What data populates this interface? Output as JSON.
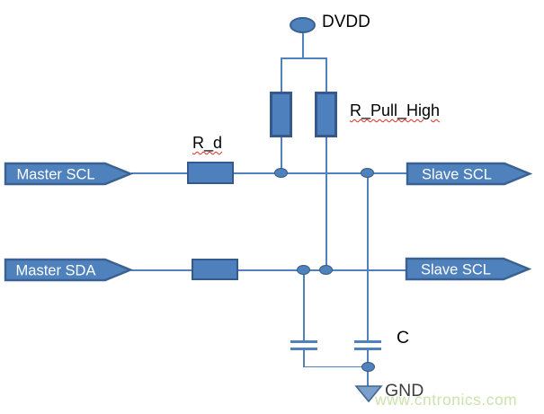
{
  "diagram": {
    "power_label": "DVDD",
    "pullup_label": "R_Pull_High",
    "series_resistor_label": "R_d",
    "capacitor_label": "C",
    "ground_label": "GND"
  },
  "ports": {
    "master_scl": "Master SCL",
    "master_sda": "Master SDA",
    "slave_scl_top": "Slave SCL",
    "slave_scl_bottom": "Slave SCL"
  },
  "watermark": "www.cntronics.com",
  "colors": {
    "shape_fill": "#4f81bd",
    "shape_border": "#36598c",
    "wire": "#4f81bd",
    "port_text": "#ffffff",
    "label_text": "#000000",
    "ground_text": "#3d3d3d",
    "watermark_text": "#cbe3ad",
    "spellcheck_underline": "#e02b20"
  }
}
